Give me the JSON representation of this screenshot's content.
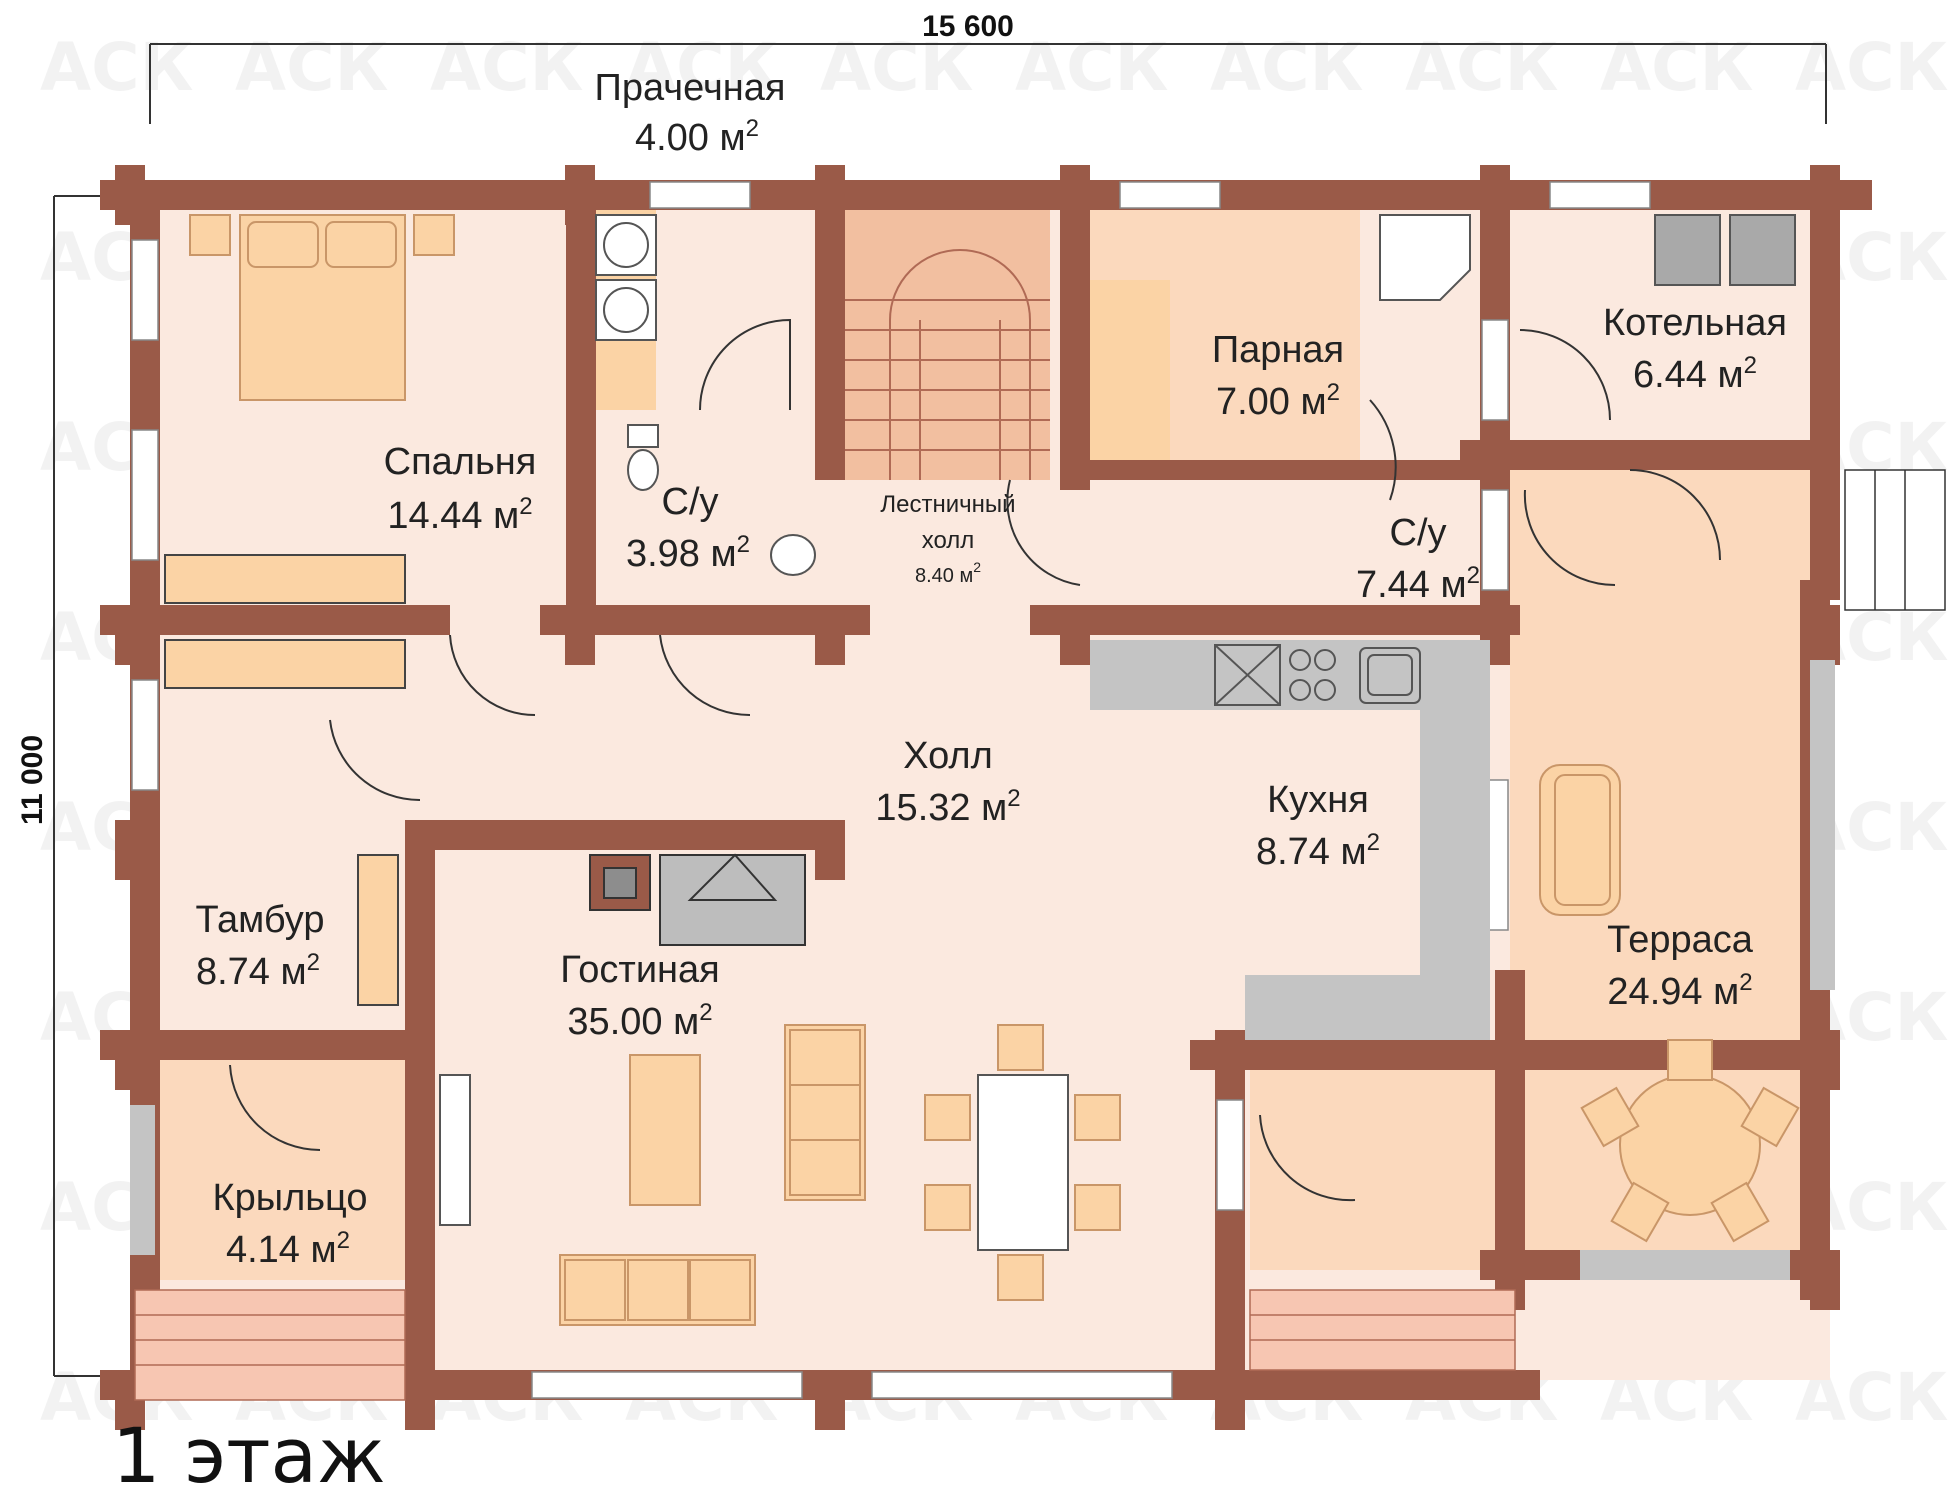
{
  "dimensions": {
    "width_mm": "15 600",
    "height_mm": "11 000"
  },
  "floor_label": "1 этаж",
  "watermark": "АСК",
  "rooms": [
    {
      "id": "laundry",
      "name": "Прачечная",
      "area": "4.00 м",
      "sup": "2"
    },
    {
      "id": "bedroom",
      "name": "Спальня",
      "area": "14.44 м",
      "sup": "2"
    },
    {
      "id": "wc1",
      "name": "С/у",
      "area": "3.98 м",
      "sup": "2"
    },
    {
      "id": "stair_hall",
      "name_line1": "Лестничный",
      "name_line2": "холл",
      "area": "8.40 м",
      "sup": "2"
    },
    {
      "id": "steam",
      "name": "Парная",
      "area": "7.00 м",
      "sup": "2"
    },
    {
      "id": "wc2",
      "name": "С/у",
      "area": "7.44 м",
      "sup": "2"
    },
    {
      "id": "boiler",
      "name": "Котельная",
      "area": "6.44 м",
      "sup": "2"
    },
    {
      "id": "hall",
      "name": "Холл",
      "area": "15.32 м",
      "sup": "2"
    },
    {
      "id": "kitchen",
      "name": "Кухня",
      "area": "8.74 м",
      "sup": "2"
    },
    {
      "id": "vestibule",
      "name": "Тамбур",
      "area": "8.74 м",
      "sup": "2"
    },
    {
      "id": "living",
      "name": "Гостиная",
      "area": "35.00 м",
      "sup": "2"
    },
    {
      "id": "terrace",
      "name": "Терраса",
      "area": "24.94 м",
      "sup": "2"
    },
    {
      "id": "porch",
      "name": "Крыльцо",
      "area": "4.14 м",
      "sup": "2"
    }
  ],
  "colors": {
    "wall": "#9a5a48",
    "floor_main": "#fbe9df",
    "floor_terrace": "#fbd9bd",
    "stair_area": "#f2bfa0",
    "furniture": "#fbd3a5",
    "counter": "#c4c4c4",
    "window": "#ffffff"
  }
}
